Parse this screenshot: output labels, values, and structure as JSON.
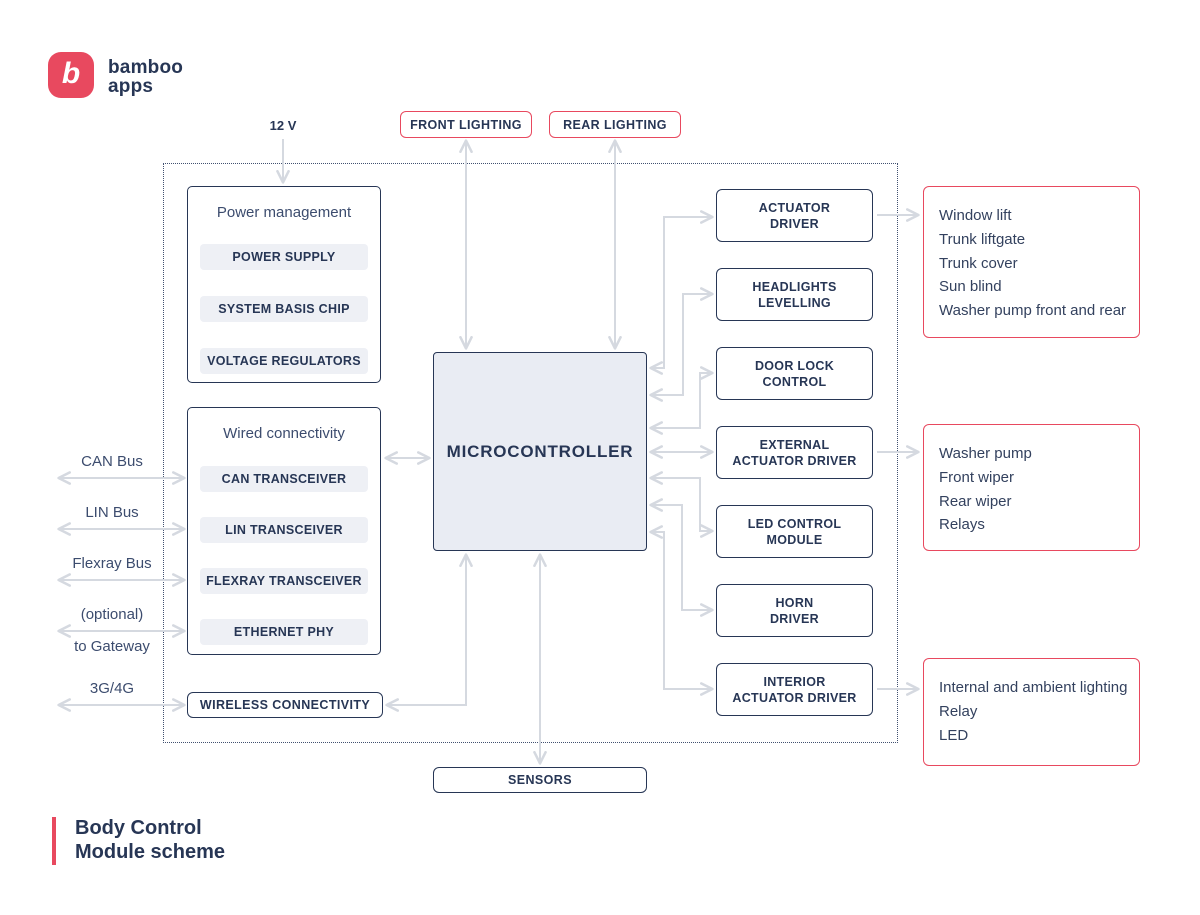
{
  "brand": {
    "logo_letter": "b",
    "name_line1": "bamboo",
    "name_line2": "apps"
  },
  "power_input_label": "12 V",
  "top_boxes": {
    "front_lighting": "FRONT LIGHTING",
    "rear_lighting": "REAR LIGHTING"
  },
  "power": {
    "title": "Power management",
    "items": [
      "POWER SUPPLY",
      "SYSTEM BASIS CHIP",
      "VOLTAGE REGULATORS"
    ]
  },
  "wired": {
    "title": "Wired connectivity",
    "items": [
      "CAN TRANSCEIVER",
      "LIN TRANSCEIVER",
      "FLEXRAY TRANSCEIVER",
      "ETHERNET PHY"
    ]
  },
  "bus_labels": {
    "can": "CAN Bus",
    "lin": "LIN Bus",
    "flexray": "Flexray Bus",
    "optional": "(optional)",
    "gateway": "to Gateway",
    "cellular": "3G/4G"
  },
  "wireless_label": "WIRELESS CONNECTIVITY",
  "microcontroller_label": "MICROCONTROLLER",
  "drivers": [
    {
      "line1": "ACTUATOR",
      "line2": "DRIVER"
    },
    {
      "line1": "HEADLIGHTS",
      "line2": "LEVELLING"
    },
    {
      "line1": "DOOR LOCK",
      "line2": "CONTROL"
    },
    {
      "line1": "EXTERNAL",
      "line2": "ACTUATOR DRIVER"
    },
    {
      "line1": "LED CONTROL",
      "line2": "MODULE"
    },
    {
      "line1": "HORN",
      "line2": "DRIVER"
    },
    {
      "line1": "INTERIOR",
      "line2": "ACTUATOR DRIVER"
    }
  ],
  "outputs": [
    {
      "items": [
        "Window lift",
        "Trunk liftgate",
        "Trunk cover",
        "Sun blind",
        "Washer pump front and rear"
      ]
    },
    {
      "items": [
        "Washer pump",
        "Front wiper",
        "Rear wiper",
        "Relays"
      ]
    },
    {
      "items": [
        "Internal and ambient lighting",
        "Relay",
        "LED"
      ]
    }
  ],
  "sensors_label": "SENSORS",
  "footer": {
    "title_line1": "Body Control",
    "title_line2": "Module scheme"
  },
  "colors": {
    "accent_red": "#e8495f",
    "navy": "#273655",
    "arrow_gray": "#d5d9e0",
    "chip_bg": "#eef0f5",
    "micro_bg": "#e9ecf3"
  }
}
